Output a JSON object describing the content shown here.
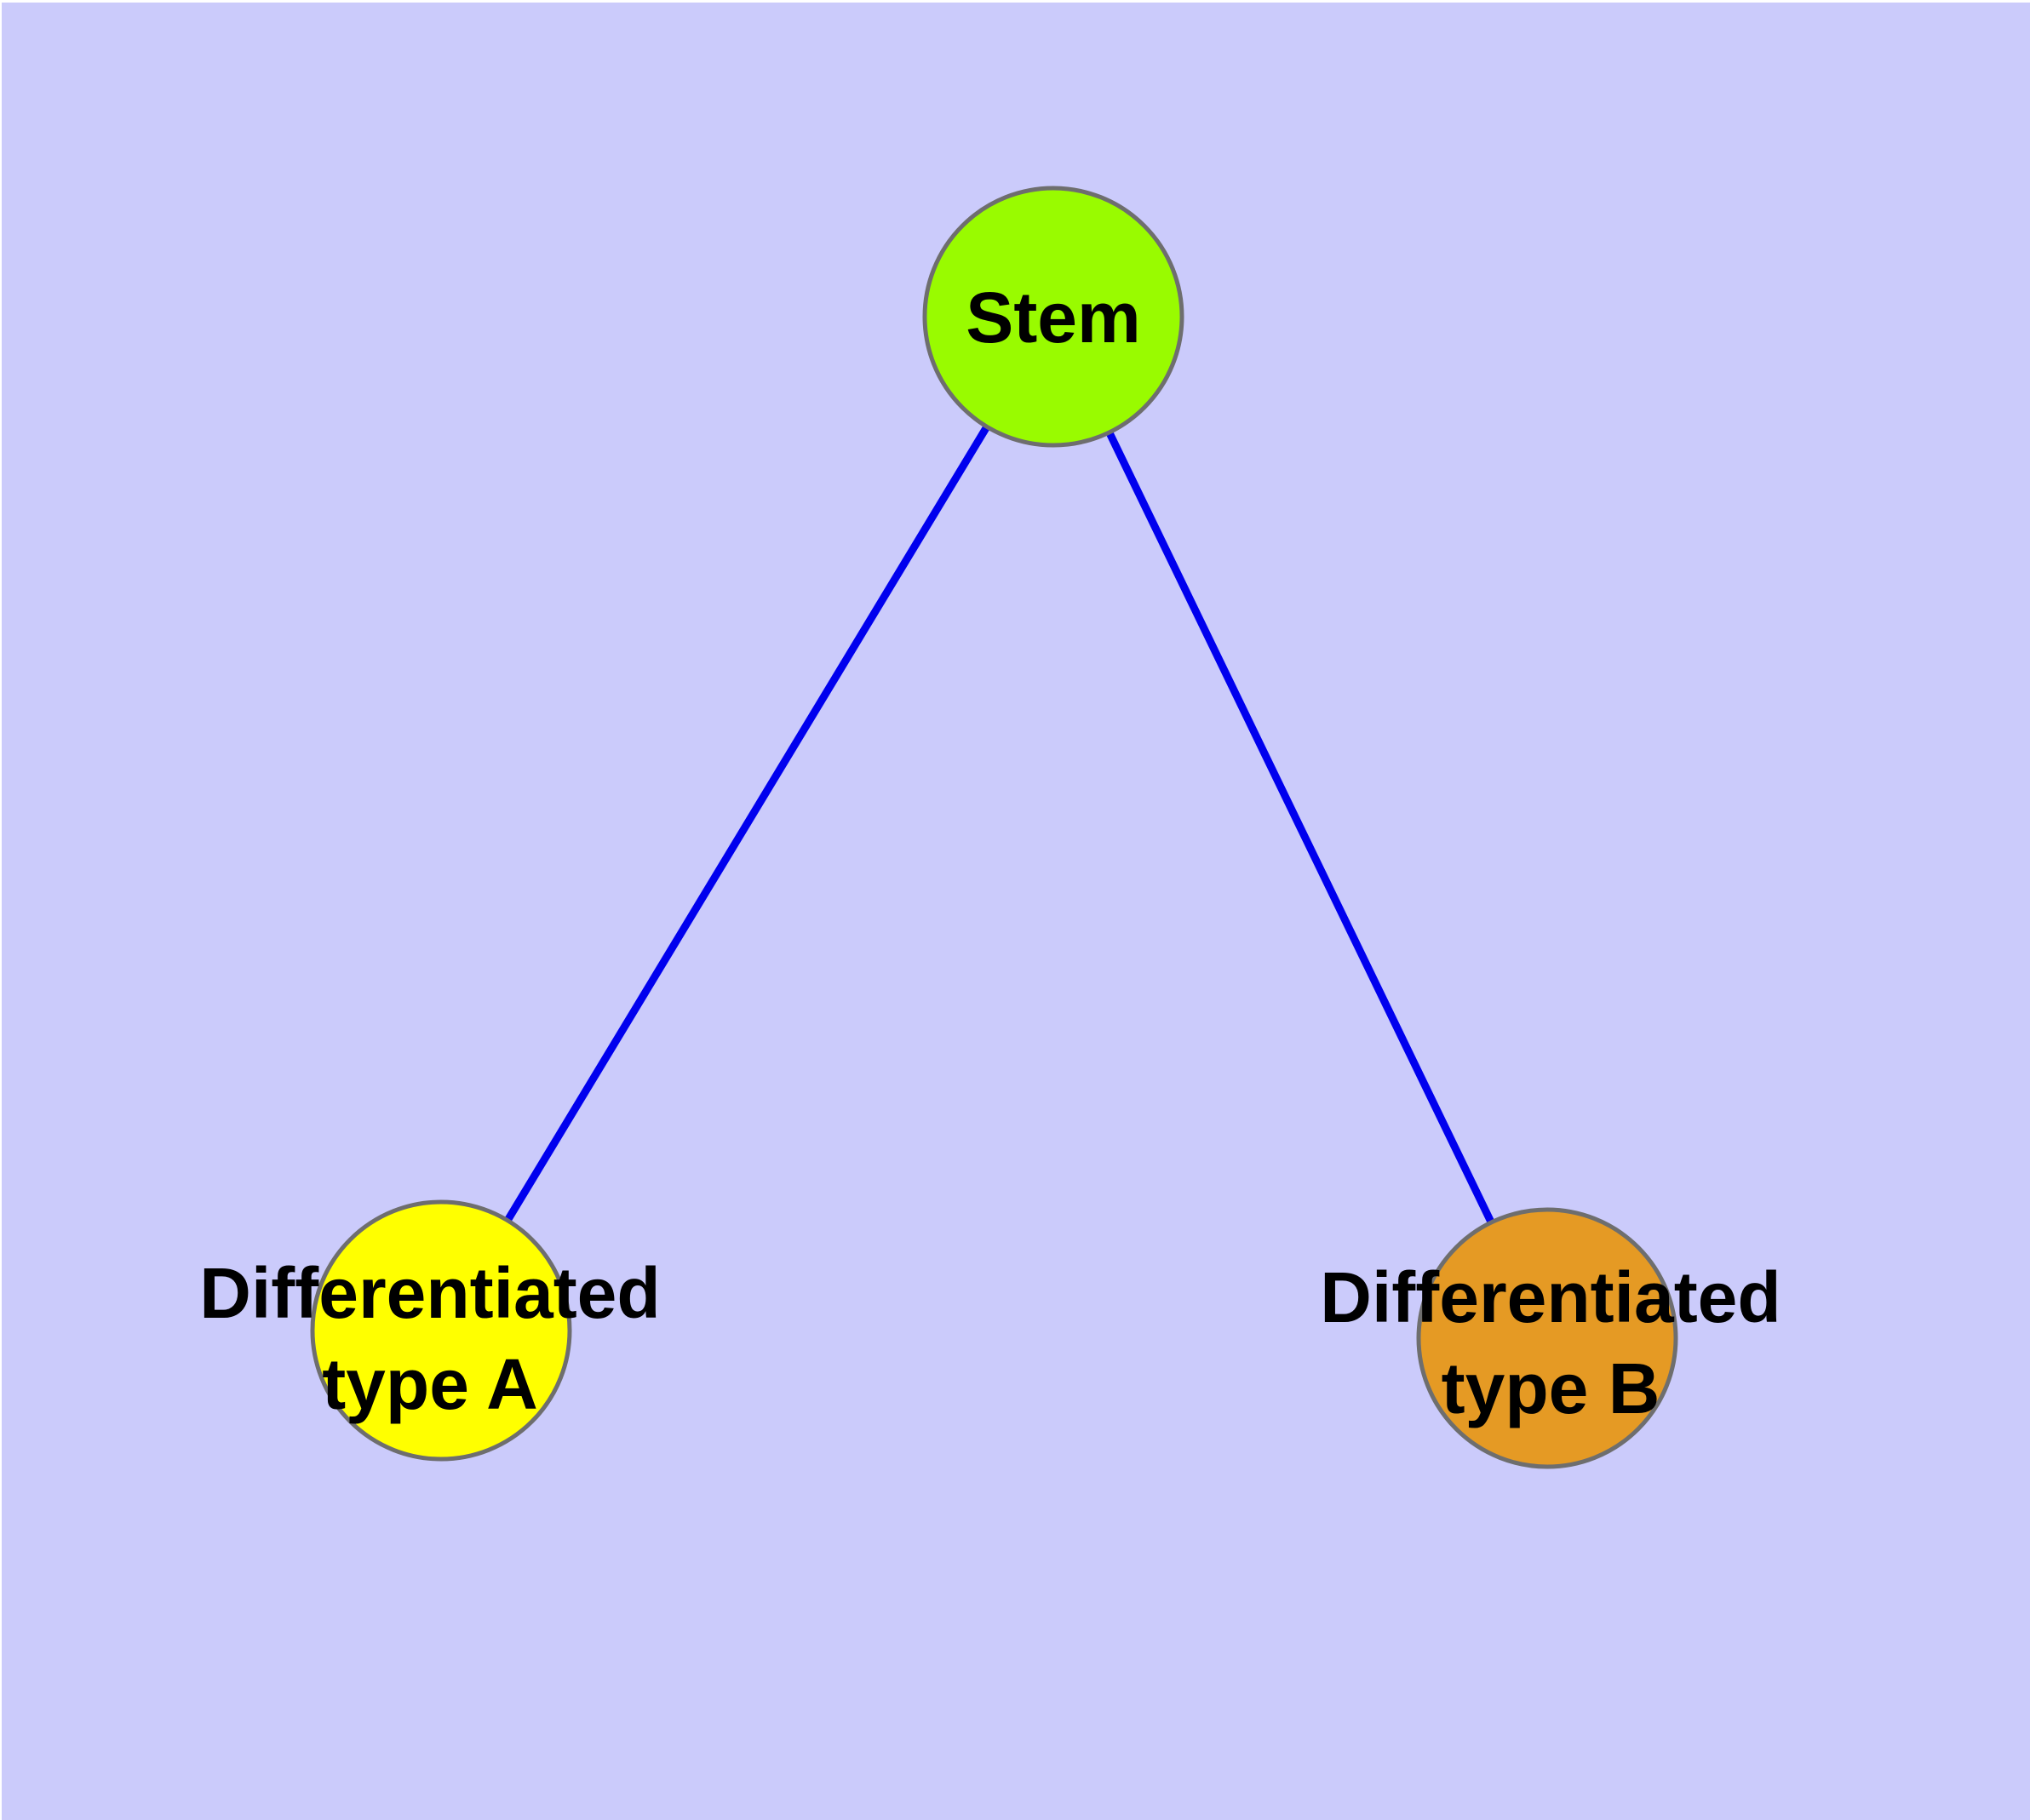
{
  "figure": {
    "margin_color": "#ffffff",
    "background_color": "#cbcbfb"
  },
  "graph": {
    "type": "node-link-diagram",
    "edge_color": "#0000ee",
    "node_border_color": "#6e6e6e",
    "label_color": "#000000",
    "nodes": [
      {
        "id": "stem",
        "label_lines": [
          "Stem"
        ],
        "color": "#99fb00"
      },
      {
        "id": "typeA",
        "label_lines": [
          "Differentiated",
          "type A"
        ],
        "color": "#ffff00"
      },
      {
        "id": "typeB",
        "label_lines": [
          "Differentiated",
          "type B"
        ],
        "color": "#e59a24"
      }
    ],
    "edges": [
      {
        "from": "Stem",
        "to": "Differentiated type A"
      },
      {
        "from": "Stem",
        "to": "Differentiated type B"
      }
    ]
  }
}
